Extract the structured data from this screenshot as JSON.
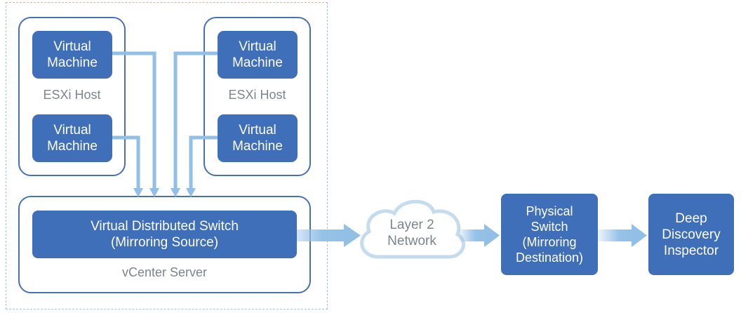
{
  "vm_label": "Virtual\nMachine",
  "hosts": [
    {
      "label": "ESXi Host"
    },
    {
      "label": "ESXi Host"
    }
  ],
  "vds_label": "Virtual Distributed Switch\n(Mirroring Source)",
  "vcenter_label": "vCenter Server",
  "network_label": "Layer 2\nNetwork",
  "physical_switch_label": "Physical\nSwitch\n(Mirroring\nDestination)",
  "ddi_label": "Deep\nDiscovery\nInspector",
  "colors": {
    "box_fill": "#3f6fb8",
    "box_outline": "#4a70b4",
    "arrow": "#92bfe6",
    "dashed_border": "#9ec4e6",
    "grey_text": "#7d858c"
  }
}
